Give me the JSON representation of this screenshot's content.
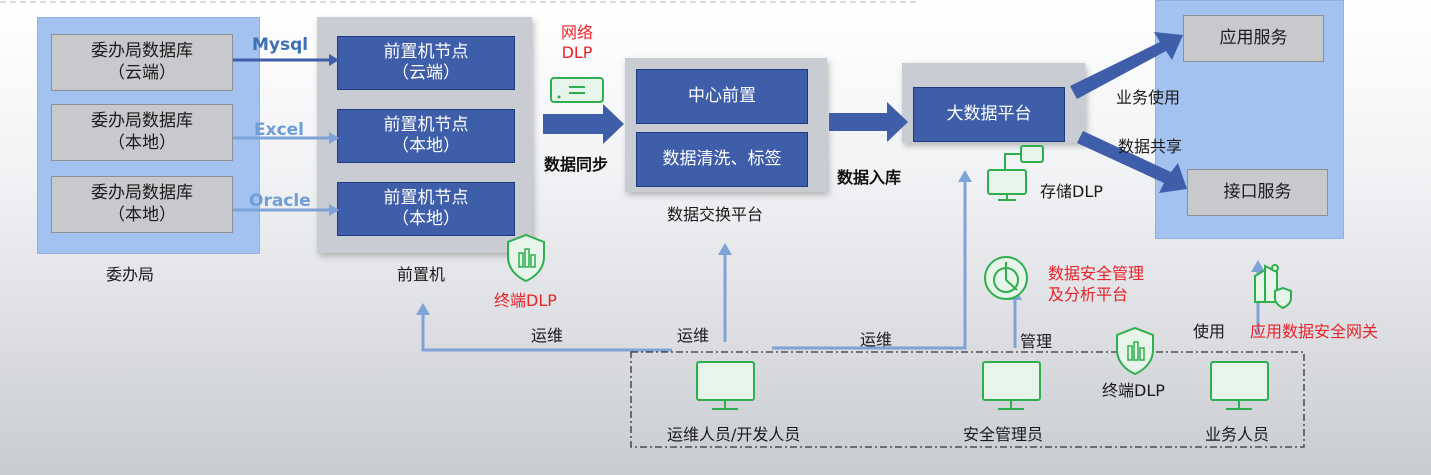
{
  "committee": {
    "group_label": "委办局",
    "databases": [
      "委办局数据库\n（云端）",
      "委办局数据库\n（本地）",
      "委办局数据库\n（本地）"
    ]
  },
  "connectors": [
    "Mysql",
    "Excel",
    "Oracle"
  ],
  "front": {
    "group_label": "前置机",
    "nodes": [
      "前置机节点\n（云端）",
      "前置机节点\n（本地）",
      "前置机节点\n（本地）"
    ]
  },
  "network_dlp": "网络\nDLP",
  "sync_label": "数据同步",
  "exchange": {
    "group_label": "数据交换平台",
    "center": "中心前置",
    "cleaning": "数据清洗、标签"
  },
  "ingest_label": "数据入库",
  "bigdata": {
    "label": "大数据平台"
  },
  "storage_dlp": "存储DLP",
  "business_use": "业务使用",
  "data_share": "数据共享",
  "services": {
    "app": "应用服务",
    "api": "接口服务"
  },
  "terminal_dlp": "终端DLP",
  "terminal_dlp_2": "终端DLP",
  "ops_labels": [
    "运维",
    "运维",
    "运维"
  ],
  "manage_label": "管理",
  "use_label": "使用",
  "security_platform": "数据安全管理\n及分析平台",
  "app_gateway": "应用数据安全网关",
  "users": {
    "ops": "运维人员/开发人员",
    "security": "安全管理员",
    "business": "业务人员"
  },
  "colors": {
    "arrow_blue": "#3f5ea9",
    "line_blue": "#7ea3d6",
    "red": "#e8232a",
    "green": "#2fae4e"
  }
}
